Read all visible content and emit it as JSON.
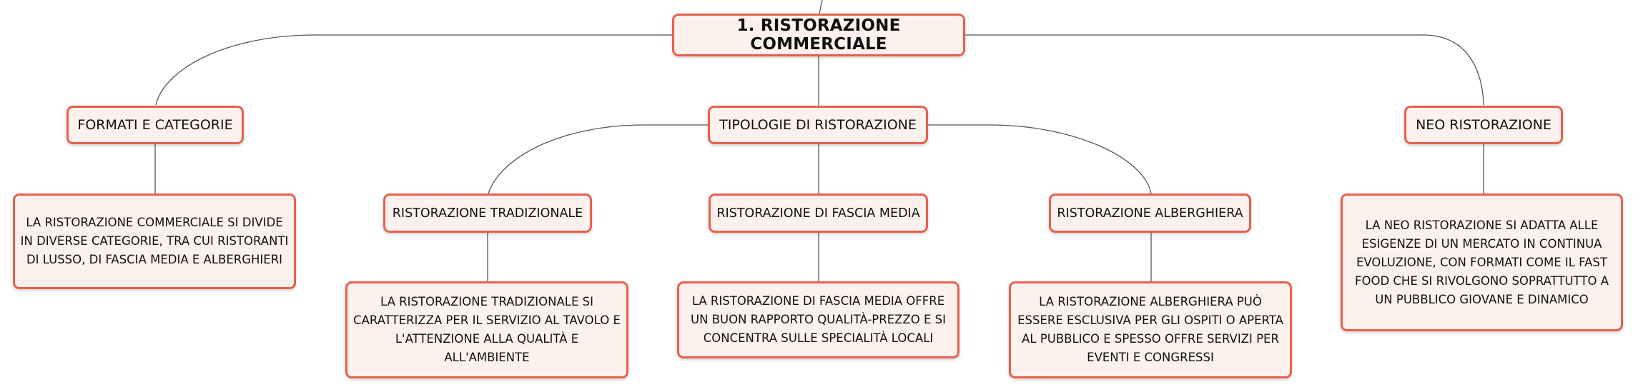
{
  "diagram": {
    "root": {
      "label": "1. RISTORAZIONE COMMERCIALE"
    },
    "branches": [
      {
        "label": "FORMATI E CATEGORIE",
        "description": "LA RISTORAZIONE COMMERCIALE SI DIVIDE IN DIVERSE CATEGORIE, TRA CUI RISTORANTI DI LUSSO, DI FASCIA MEDIA E ALBERGHIERI"
      },
      {
        "label": "TIPOLOGIE DI RISTORAZIONE",
        "children": [
          {
            "label": "RISTORAZIONE TRADIZIONALE",
            "description": "LA RISTORAZIONE TRADIZIONALE SI CARATTERIZZA PER IL SERVIZIO AL TAVOLO E L'ATTENZIONE ALLA QUALITÀ E ALL'AMBIENTE"
          },
          {
            "label": "RISTORAZIONE DI FASCIA MEDIA",
            "description": "LA RISTORAZIONE DI FASCIA MEDIA OFFRE UN BUON RAPPORTO QUALITÀ-PREZZO E SI CONCENTRA SULLE SPECIALITÀ LOCALI"
          },
          {
            "label": "RISTORAZIONE ALBERGHIERA",
            "description": "LA RISTORAZIONE ALBERGHIERA PUÒ ESSERE ESCLUSIVA PER GLI OSPITI O APERTA AL PUBBLICO E SPESSO OFFRE SERVIZI PER EVENTI E CONGRESSI"
          }
        ]
      },
      {
        "label": "NEO RISTORAZIONE",
        "description": "LA NEO RISTORAZIONE SI ADATTA ALLE ESIGENZE DI UN MERCATO IN CONTINUA EVOLUZIONE, CON FORMATI COME IL FAST FOOD CHE SI RIVOLGONO SOPRATTUTTO A UN PUBBLICO GIOVANE E DINAMICO"
      }
    ]
  }
}
